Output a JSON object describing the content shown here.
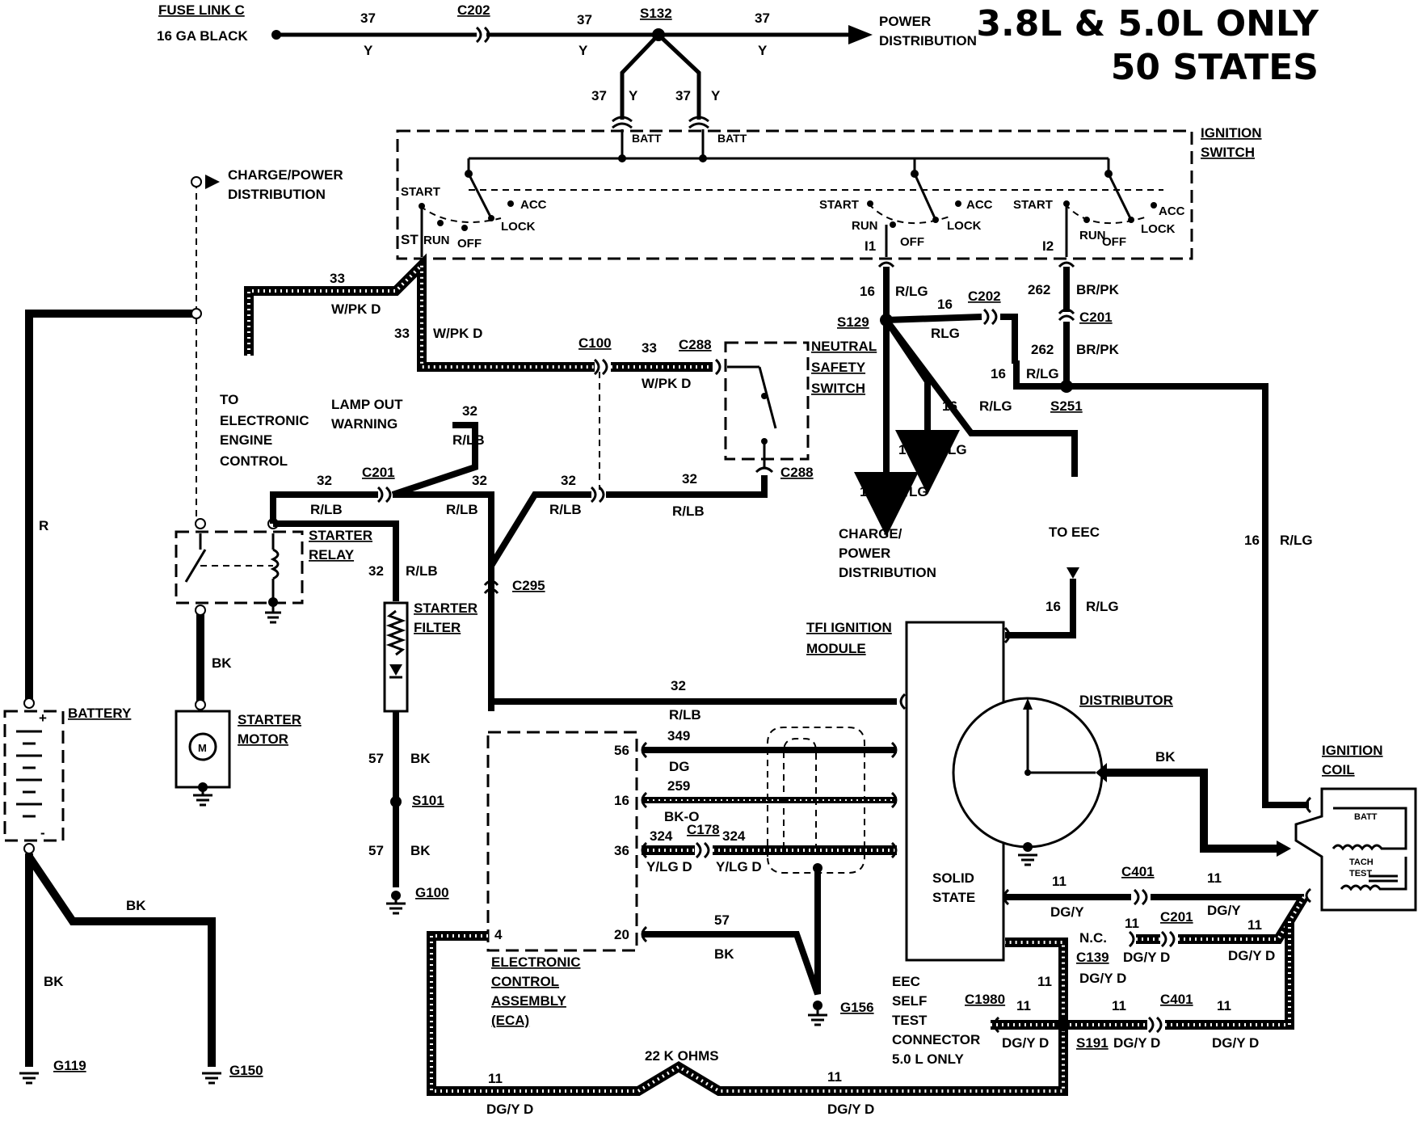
{
  "title": {
    "line1": "3.8L & 5.0L ONLY",
    "line2": "50 STATES"
  },
  "top": {
    "fuse_link": "FUSE LINK C",
    "fuse_wire": "16 GA BLACK",
    "c202": "C202",
    "s132": "S132",
    "power_dist_1": "POWER",
    "power_dist_2": "DISTRIBUTION",
    "wire_37": "37",
    "color_y": "Y",
    "batt": "BATT"
  },
  "ignition_switch": {
    "label_1": "IGNITION",
    "label_2": "SWITCH",
    "start": "START",
    "acc": "ACC",
    "lock": "LOCK",
    "run": "RUN",
    "off": "OFF",
    "st": "ST",
    "i1": "I1",
    "i2": "I2"
  },
  "left": {
    "charge_power_1": "CHARGE/POWER",
    "charge_power_2": "DISTRIBUTION",
    "wire_33": "33",
    "wpk": "W/PK D",
    "to_eec_1": "TO",
    "to_eec_2": "ELECTRONIC",
    "to_eec_3": "ENGINE",
    "to_eec_4": "CONTROL",
    "lamp_1": "LAMP OUT",
    "lamp_2": "WARNING",
    "r": "R",
    "battery": "BATTERY",
    "bk": "BK",
    "g119": "G119",
    "g150": "G150",
    "starter_relay_1": "STARTER",
    "starter_relay_2": "RELAY",
    "starter_motor_1": "STARTER",
    "starter_motor_2": "MOTOR",
    "motor_m": "M",
    "plus": "+",
    "minus": "-"
  },
  "middle": {
    "wire_32": "32",
    "rlb": "R/LB",
    "c201": "C201",
    "c100": "C100",
    "c288": "C288",
    "c295": "C295",
    "starter_filter_1": "STARTER",
    "starter_filter_2": "FILTER",
    "wire_57": "57",
    "bk": "BK",
    "s101": "S101",
    "g100": "G100",
    "neutral_1": "NEUTRAL",
    "neutral_2": "SAFETY",
    "neutral_3": "SWITCH"
  },
  "right": {
    "wire_16": "16",
    "rlg": "R/LG",
    "rlg_nodash": "RLG",
    "s129": "S129",
    "c202": "C202",
    "wire_262": "262",
    "brpk": "BR/PK",
    "c201": "C201",
    "s251": "S251",
    "charge_1": "CHARGE/",
    "charge_2": "POWER",
    "charge_3": "DISTRIBUTION",
    "to_eec": "TO EEC",
    "tfi_1": "TFI IGNITION",
    "tfi_2": "MODULE",
    "distributor": "DISTRIBUTOR",
    "solid_1": "SOLID",
    "solid_2": "STATE",
    "bk": "BK",
    "coil_1": "IGNITION",
    "coil_2": "COIL",
    "batt": "BATT",
    "tach_1": "TACH",
    "tach_2": "TEST"
  },
  "eca": {
    "wire_32": "32",
    "rlb": "R/LB",
    "pin56": "56",
    "pin16": "16",
    "pin36": "36",
    "pin4": "4",
    "pin20": "20",
    "w349": "349",
    "dg": "DG",
    "w259": "259",
    "bko": "BK-O",
    "w324": "324",
    "ylgd": "Y/LG D",
    "c178": "C178",
    "w57": "57",
    "bk": "BK",
    "g156": "G156",
    "eca_1": "ELECTRONIC",
    "eca_2": "CONTROL",
    "eca_3": "ASSEMBLY",
    "eca_4": "(ECA)"
  },
  "bottom": {
    "w11": "11",
    "dgy": "DG/Y",
    "dgyd": "DG/Y D",
    "c401": "C401",
    "c201": "C201",
    "nc": "N.C.",
    "c139": "C139",
    "eec_1": "EEC",
    "eec_2": "SELF",
    "eec_3": "TEST",
    "eec_4": "CONNECTOR",
    "eec_5": "5.0 L ONLY",
    "c1980": "C1980",
    "s191": "S191",
    "ohms": "22 K OHMS"
  }
}
